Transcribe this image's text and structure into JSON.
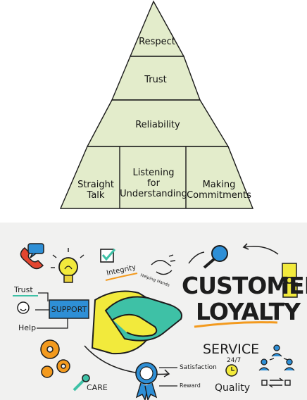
{
  "pyramid": {
    "levels": [
      {
        "label": "Respect"
      },
      {
        "label": "Trust"
      },
      {
        "label": "Reliability"
      }
    ],
    "base": [
      {
        "line1": "Straight",
        "line2": "Talk",
        "line3": ""
      },
      {
        "line1": "Listening",
        "line2": "for",
        "line3": "Understanding"
      },
      {
        "line1": "Making",
        "line2": "Commitments",
        "line3": ""
      }
    ],
    "fill_color": "#e3eccb",
    "stroke_color": "#1a1a1a"
  },
  "illustration": {
    "title_line1": "CUSTOMER",
    "title_line2": "LOYALTY",
    "service": "SERVICE",
    "support": "SUPPORT",
    "trust": "Trust",
    "help": "Help",
    "integrity": "Integrity",
    "helping_hands": "Helping Hands",
    "satisfaction": "Satisfaction",
    "reward": "Reward",
    "quality": "Quality",
    "care": "CARE",
    "twentyfour_seven": "24/7",
    "icons": [
      "phone-icon",
      "chat-bubble-icon",
      "lightbulb-icon",
      "checkmark-icon",
      "helping-hands-icon",
      "magnifier-icon",
      "puzzle-icon",
      "smiley-icon",
      "gears-icon",
      "handshake-icon",
      "wrench-icon",
      "medal-icon",
      "clock-icon",
      "people-network-icon",
      "arrows-exchange-icon"
    ],
    "colors": {
      "yellow": "#f2ea3c",
      "teal": "#3ec1a6",
      "blue": "#2e8fd6",
      "orange": "#f39a1e",
      "red": "#e2452f",
      "ink": "#1d1d1d",
      "background": "#f1f1f0"
    }
  }
}
